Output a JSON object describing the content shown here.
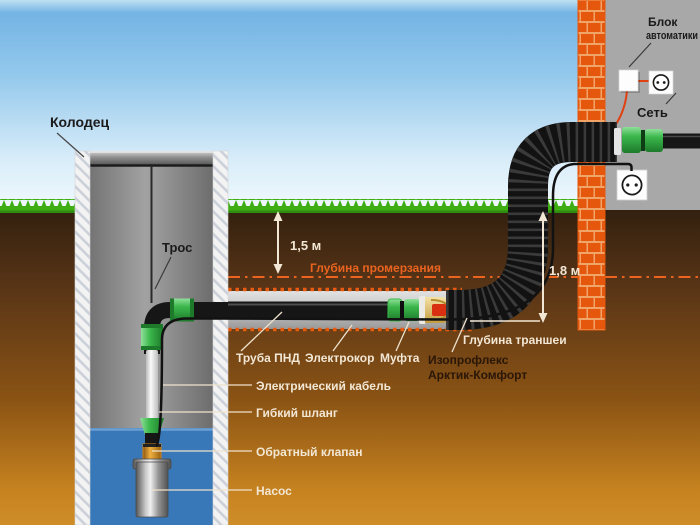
{
  "labels": {
    "well": "Колодец",
    "rope": "Трос",
    "ground_to_frost": "1,5 м",
    "frost_line": "Глубина промерзания",
    "trench_depth_value": "1,8 м",
    "trench_depth": "Глубина траншеи",
    "hdpe_pipe": "Труба ПНД",
    "cable_conduit": "Электрокор",
    "coupling": "Муфта",
    "insulated_pipe": [
      "Изопрофлекс",
      "Арктик-Комфорт"
    ],
    "electric_cable": "Электрический кабель",
    "flexible_hose": "Гибкий шланг",
    "check_valve": "Обратный клапан",
    "pump": "Насос",
    "automation_unit": [
      "Блок",
      "автоматики"
    ],
    "mains": "Сеть"
  },
  "colors": {
    "sky_top": "#74b4e4",
    "grass": "#3fae12",
    "grass_dark": "#2e8c10",
    "soil_dark": "#3a2513",
    "soil_light": "#cd8b26",
    "water": "#3878b8",
    "well_wall": "#f3f3f3",
    "brick": "#e5570d",
    "mortar": "#f0a468",
    "house_wall": "#a8a8a8",
    "fitting_green": "#3cb84c",
    "pipe_black": "#161616",
    "frost_line_orange": "#ea6420",
    "trench_dots_orange": "#e85a10",
    "label_cream": "#f2e7d4",
    "wire_red": "#e04012",
    "check_valve_brass": "#d08018",
    "insulation_cream": "#ecd491",
    "carrier_pipe_red": "#d83010"
  }
}
